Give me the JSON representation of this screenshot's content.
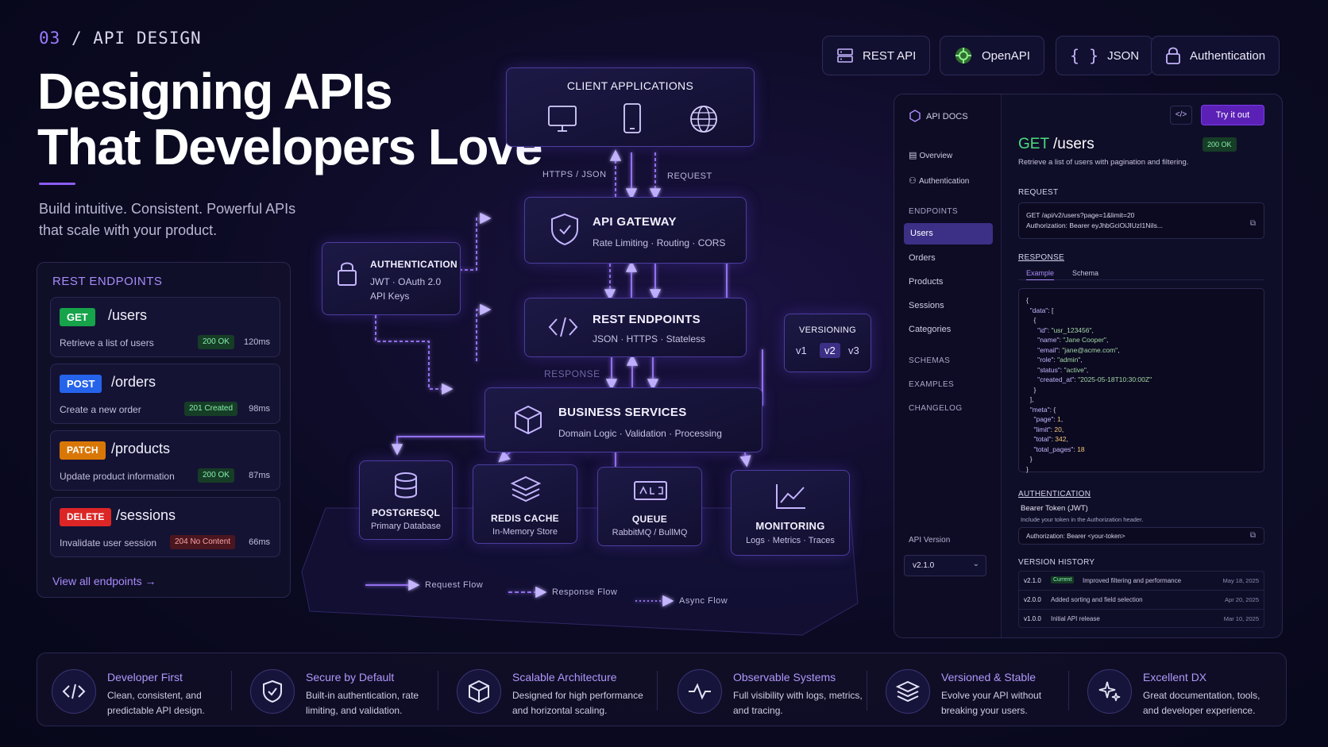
{
  "header": {
    "kicker_num": "03",
    "kicker_sep": "/",
    "kicker_text": "API DESIGN",
    "title_line1": "Designing APIs",
    "title_line2": "That Developers Love",
    "subtitle": "Build intuitive. Consistent. Powerful APIs that scale with your product."
  },
  "badges": [
    {
      "label": "REST API",
      "icon": "server-icon"
    },
    {
      "label": "OpenAPI",
      "icon": "openapi-icon"
    },
    {
      "label": "JSON",
      "icon": "braces-icon"
    },
    {
      "label": "Authentication",
      "icon": "lock-icon"
    }
  ],
  "endpoints": {
    "heading": "REST ENDPOINTS",
    "items": [
      {
        "method": "GET",
        "path": "/users",
        "desc": "Retrieve a list of users",
        "status": "200 OK",
        "time": "120ms",
        "color": "#16a34a"
      },
      {
        "method": "POST",
        "path": "/orders",
        "desc": "Create a new order",
        "status": "201 Created",
        "time": "98ms",
        "color": "#2563eb"
      },
      {
        "method": "PATCH",
        "path": "/products",
        "desc": "Update product information",
        "status": "200 OK",
        "time": "87ms",
        "color": "#d97706"
      },
      {
        "method": "DELETE",
        "path": "/sessions",
        "desc": "Invalidate user session",
        "status": "204 No Content",
        "time": "66ms",
        "color": "#dc2626"
      }
    ],
    "view_all": "View all endpoints →"
  },
  "diagram": {
    "client": {
      "title": "CLIENT APPLICATIONS"
    },
    "label_https": "HTTPS / JSON",
    "label_request": "REQUEST",
    "label_response": "RESPONSE",
    "gateway": {
      "title": "API GATEWAY",
      "sub": "Rate Limiting · Routing · CORS"
    },
    "auth": {
      "title": "AUTHENTICATION",
      "sub1": "JWT · OAuth 2.0",
      "sub2": "API Keys"
    },
    "rest": {
      "title": "REST ENDPOINTS",
      "sub": "JSON · HTTPS · Stateless"
    },
    "versioning": {
      "title": "VERSIONING",
      "v1": "v1",
      "v2": "v2",
      "v3": "v3"
    },
    "business": {
      "title": "BUSINESS SERVICES",
      "sub": "Domain Logic · Validation · Processing"
    },
    "postgres": {
      "title": "POSTGRESQL",
      "sub": "Primary Database"
    },
    "redis": {
      "title": "REDIS CACHE",
      "sub": "In-Memory Store"
    },
    "queue": {
      "title": "QUEUE",
      "sub": "RabbitMQ / BullMQ"
    },
    "monitoring": {
      "title": "MONITORING",
      "sub": "Logs · Metrics · Traces"
    },
    "legend": {
      "request": "Request Flow",
      "response": "Response Flow",
      "async": "Async Flow"
    }
  },
  "docs": {
    "brand": "API DOCS",
    "nav": {
      "overview": "Overview",
      "authentication": "Authentication",
      "endpoints_head": "ENDPOINTS",
      "users": "Users",
      "orders": "Orders",
      "products": "Products",
      "sessions": "Sessions",
      "categories": "Categories",
      "schemas": "SCHEMAS",
      "examples": "EXAMPLES",
      "changelog": "CHANGELOG",
      "version_label": "API Version",
      "version_value": "v2.1.0"
    },
    "try_label": "Try it out",
    "method": "GET",
    "path": "/users",
    "status": "200 OK",
    "desc": "Retrieve a list of users with pagination and filtering.",
    "request_head": "REQUEST",
    "request_line1": "GET /api/v2/users?page=1&limit=20",
    "request_line2": "Authorization: Bearer eyJhbGciOiJIUzI1NiIs...",
    "response_head": "RESPONSE",
    "tab_example": "Example",
    "tab_schema": "Schema",
    "auth_head": "AUTHENTICATION",
    "auth_type": "Bearer Token (JWT)",
    "auth_desc": "Include your token in the Authorization header.",
    "auth_code": "Authorization: Bearer <your-token>",
    "history_head": "VERSION HISTORY",
    "history": [
      {
        "version": "v2.1.0",
        "badge": "Current",
        "note": "Improved filtering and performance",
        "date": "May 18, 2025"
      },
      {
        "version": "v2.0.0",
        "badge": "",
        "note": "Added sorting and field selection",
        "date": "Apr 20, 2025"
      },
      {
        "version": "v1.0.0",
        "badge": "",
        "note": "Initial API release",
        "date": "Mar 10, 2025"
      }
    ]
  },
  "features": [
    {
      "title": "Developer First",
      "desc": "Clean, consistent, and predictable API design.",
      "icon": "code-icon"
    },
    {
      "title": "Secure by Default",
      "desc": "Built-in authentication, rate limiting, and validation.",
      "icon": "shield-check-icon"
    },
    {
      "title": "Scalable Architecture",
      "desc": "Designed for high performance and horizontal scaling.",
      "icon": "cube-icon"
    },
    {
      "title": "Observable Systems",
      "desc": "Full visibility with logs, metrics, and tracing.",
      "icon": "pulse-icon"
    },
    {
      "title": "Versioned & Stable",
      "desc": "Evolve your API without breaking your users.",
      "icon": "layers-icon"
    },
    {
      "title": "Excellent DX",
      "desc": "Great documentation, tools, and developer experience.",
      "icon": "sparkle-icon"
    }
  ]
}
